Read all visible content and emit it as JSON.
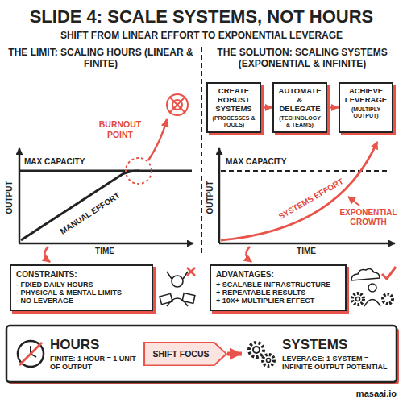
{
  "diagram": {
    "title": "SLIDE 4: SCALE SYSTEMS, NOT HOURS",
    "nodes": [
      {
        "text": [
          "CREATE ROBUST SYSTEMS",
          "(PROCESSES & TOOLS)"
        ]
      },
      {
        "text": [
          "AUTOMATE & DELEGATE",
          "(TECHNOLOGY & TEAMS)"
        ]
      },
      {
        "text": [
          "ACHIEVE LEVERAGE",
          "(MULTIPLY OUTPUT)"
        ]
      },
      {
        "text": [
          "CONSTRAINTS:",
          "- FIXED DAILY HOURS",
          "- PHYSICAL & MENTAL LIMITS",
          "- NO LEVERAGE"
        ]
      },
      {
        "text": [
          "ADVANTAGES:",
          "+ SCALABLE INFRASTRUCTURE",
          "+ REPEATABLE RESULTS",
          "+ 10X+ MULTIPLIER EFFECT"
        ]
      },
      {
        "text": [
          "HOURS",
          "FINITE: 1 HOUR = 1 UNIT OF OUTPUT"
        ]
      },
      {
        "text": [
          "SHIFT FOCUS"
        ]
      },
      {
        "text": [
          "SYSTEMS",
          "LEVERAGE: 1 SYSTEM = INFINITE OUTPUT POTENTIAL"
        ]
      }
    ],
    "edges": [
      {
        "from": 0,
        "to": 1,
        "arrow": "to"
      },
      {
        "from": 1,
        "to": 2,
        "arrow": "to"
      },
      {
        "from": 6,
        "to": 7,
        "arrow": "to"
      }
    ],
    "labels": [
      "SHIFT FROM LINEAR EFFORT TO EXPONENTIAL LEVERAGE",
      "THE LIMIT: SCALING HOURS (LINEAR & FINITE)",
      "THE SOLUTION: SCALING SYSTEMS (EXPONENTIAL & INFINITE)",
      "BURNOUT POINT",
      "MAX CAPACITY",
      "MANUAL EFFORT",
      "OUTPUT",
      "TIME",
      "MAX CAPACITY",
      "SYSTEMS EFFORT",
      "EXPONENTIAL GROWTH",
      "OUTPUT",
      "TIME",
      "masaai.io"
    ]
  }
}
